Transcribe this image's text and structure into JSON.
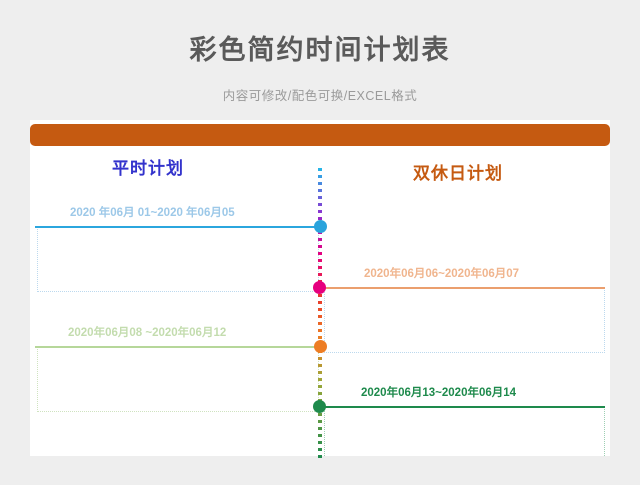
{
  "header": {
    "title": "彩色简约时间计划表",
    "subtitle": "内容可修改/配色可换/EXCEL格式"
  },
  "card": {
    "accent_bar_color": "#c55a11",
    "columns": {
      "left": {
        "heading": "平时计划",
        "color": "#3333cc"
      },
      "right": {
        "heading": "双休日计划",
        "color": "#c55a11"
      }
    },
    "timeline": {
      "gradient_stops": [
        "#25b7e8",
        "#8e2fd0",
        "#e6007e",
        "#e8392b",
        "#ed7d24",
        "#9aa83a",
        "#1e8a4c"
      ],
      "markers": [
        {
          "name": "marker-blue",
          "color": "#29a3dc"
        },
        {
          "name": "marker-magenta",
          "color": "#e6007e"
        },
        {
          "name": "marker-orange",
          "color": "#ed7d24"
        },
        {
          "name": "marker-green",
          "color": "#1e8a4c"
        }
      ]
    },
    "plans": [
      {
        "id": "plan-1",
        "side": "left",
        "label": "2020 年06月 01~2020 年06月05",
        "label_color": "#9cc8e8",
        "rule_color": "#2ba6de",
        "content": ""
      },
      {
        "id": "plan-2",
        "side": "right",
        "label": "2020年06月06~2020年06月07",
        "label_color": "#f0b58e",
        "rule_color": "#eb9f6e",
        "content": ""
      },
      {
        "id": "plan-3",
        "side": "left",
        "label": "2020年06月08 ~2020年06月12",
        "label_color": "#c3dcae",
        "rule_color": "#b6d79a",
        "content": ""
      },
      {
        "id": "plan-4",
        "side": "right",
        "label": "2020年06月13~2020年06月14",
        "label_color": "#1e8a4c",
        "rule_color": "#1e8a4c",
        "content": ""
      }
    ]
  }
}
